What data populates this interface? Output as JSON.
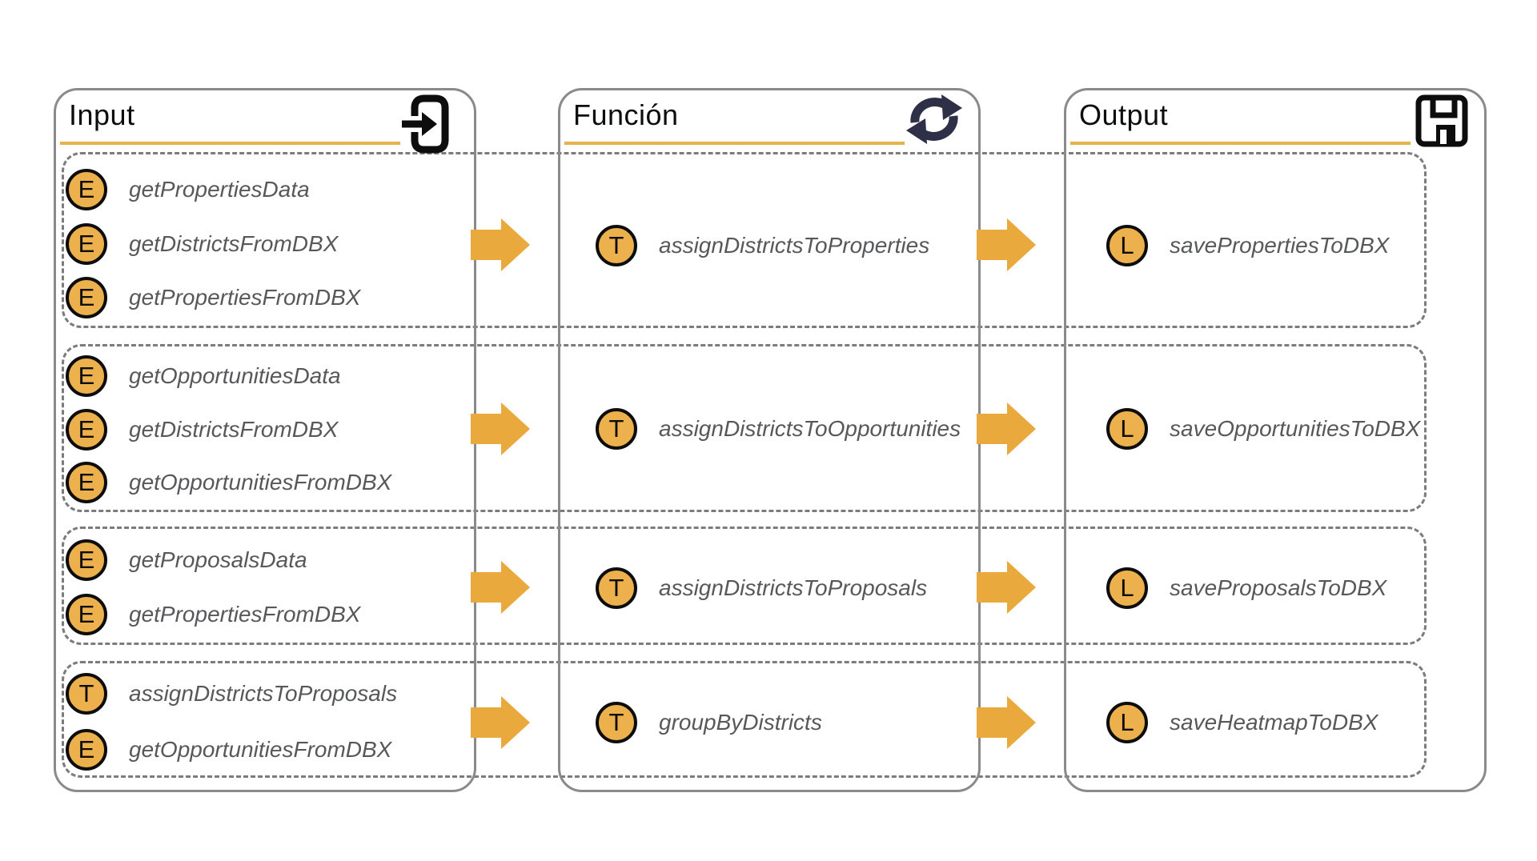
{
  "columns": {
    "input": {
      "title": "Input",
      "icon": "import-icon"
    },
    "funcion": {
      "title": "Función",
      "icon": "sync-icon"
    },
    "output": {
      "title": "Output",
      "icon": "save-icon"
    }
  },
  "rows": [
    {
      "inputs": [
        {
          "badge": "E",
          "label": "getPropertiesData"
        },
        {
          "badge": "E",
          "label": "getDistrictsFromDBX"
        },
        {
          "badge": "E",
          "label": "getPropertiesFromDBX"
        }
      ],
      "funcion": {
        "badge": "T",
        "label": "assignDistrictsToProperties"
      },
      "output": {
        "badge": "L",
        "label": "savePropertiesToDBX"
      }
    },
    {
      "inputs": [
        {
          "badge": "E",
          "label": "getOpportunitiesData"
        },
        {
          "badge": "E",
          "label": "getDistrictsFromDBX"
        },
        {
          "badge": "E",
          "label": "getOpportunitiesFromDBX"
        }
      ],
      "funcion": {
        "badge": "T",
        "label": "assignDistrictsToOpportunities"
      },
      "output": {
        "badge": "L",
        "label": "saveOpportunitiesToDBX"
      }
    },
    {
      "inputs": [
        {
          "badge": "E",
          "label": "getProposalsData"
        },
        {
          "badge": "E",
          "label": "getPropertiesFromDBX"
        }
      ],
      "funcion": {
        "badge": "T",
        "label": "assignDistrictsToProposals"
      },
      "output": {
        "badge": "L",
        "label": "saveProposalsToDBX"
      }
    },
    {
      "inputs": [
        {
          "badge": "T",
          "label": "assignDistrictsToProposals"
        },
        {
          "badge": "E",
          "label": "getOpportunitiesFromDBX"
        }
      ],
      "funcion": {
        "badge": "T",
        "label": "groupByDistricts"
      },
      "output": {
        "badge": "L",
        "label": "saveHeatmapToDBX"
      }
    }
  ],
  "colors": {
    "amber_arrow": "#e9a93c",
    "badge_fill": "#ecb14c",
    "header_underline": "#e6b34a",
    "solid_box_border": "#8a8a8a",
    "dashed_band_border": "#7c7c7c",
    "label_text": "#57585a",
    "sync_icon": "#2d3047",
    "icon_black": "#0d0d0d"
  }
}
